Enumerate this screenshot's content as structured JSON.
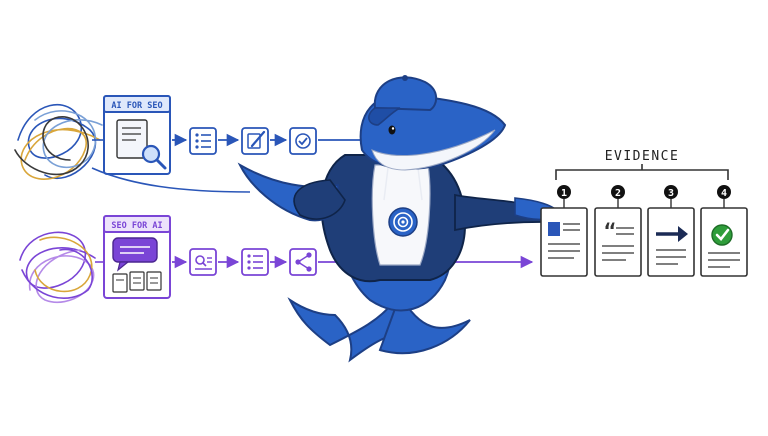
{
  "top_flow": {
    "card_title": "AI FOR SEO",
    "color": "#2a56b8",
    "tangle_colors": [
      "#2a56b8",
      "#d9a63a",
      "#7aa0d6",
      "#3a3a3a"
    ],
    "card_icon": "document-magnifier-icon",
    "steps": [
      {
        "icon": "list-icon"
      },
      {
        "icon": "edit-icon"
      },
      {
        "icon": "check-circle-icon"
      }
    ]
  },
  "bottom_flow": {
    "card_title": "SEO FOR AI",
    "color": "#7a45d6",
    "tangle_colors": [
      "#7a45d6",
      "#b58ae8",
      "#d9a63a"
    ],
    "card_icon": "chat-documents-icon",
    "steps": [
      {
        "icon": "search-list-icon"
      },
      {
        "icon": "list-icon"
      },
      {
        "icon": "share-icon"
      }
    ]
  },
  "mascot": {
    "icon": "whale-mascot-icon",
    "body_color": "#2a63c6",
    "hoodie_color": "#1f3e78"
  },
  "evidence": {
    "title": "EVIDENCE",
    "items": [
      {
        "number": "1",
        "icon": "document-image-icon"
      },
      {
        "number": "2",
        "icon": "quote-icon"
      },
      {
        "number": "3",
        "icon": "arrow-right-icon"
      },
      {
        "number": "4",
        "icon": "check-green-icon",
        "accent": "#2e9d3a"
      }
    ]
  }
}
